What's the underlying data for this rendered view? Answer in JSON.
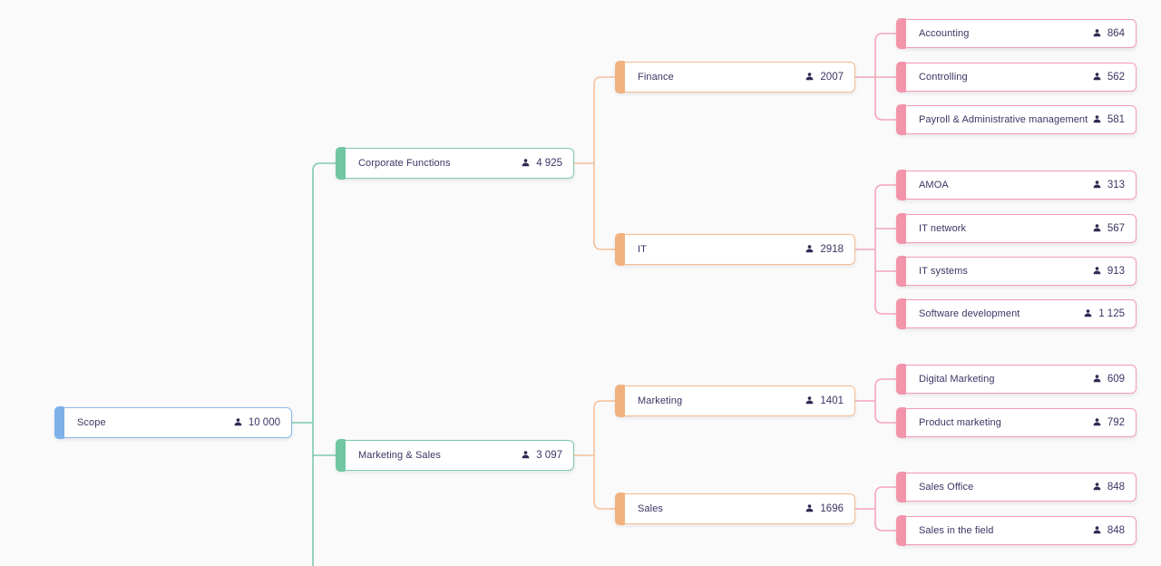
{
  "diagram": {
    "kind": "organization-tree",
    "value_icon": "person-icon",
    "level_colors": {
      "root": "#7db1e8",
      "division": "#72c6a2",
      "department": "#f1b27f",
      "team": "#f294aa"
    },
    "connector_colors": {
      "root_to_division": "#7dcbaa",
      "division_to_department": "#f5c09a",
      "department_to_team": "#f4a5b8"
    }
  },
  "nodes": [
    {
      "id": "scope",
      "label": "Scope",
      "value": "10 000",
      "parent": null,
      "level": "root"
    },
    {
      "id": "corporate-functions",
      "label": "Corporate Functions",
      "value": "4 925",
      "parent": "scope",
      "level": "division"
    },
    {
      "id": "finance",
      "label": "Finance",
      "value": "2007",
      "parent": "corporate-functions",
      "level": "department"
    },
    {
      "id": "accounting",
      "label": "Accounting",
      "value": "864",
      "parent": "finance",
      "level": "team"
    },
    {
      "id": "controlling",
      "label": "Controlling",
      "value": "562",
      "parent": "finance",
      "level": "team"
    },
    {
      "id": "payroll",
      "label": "Payroll & Administrative management",
      "value": "581",
      "parent": "finance",
      "level": "team"
    },
    {
      "id": "it",
      "label": "IT",
      "value": "2918",
      "parent": "corporate-functions",
      "level": "department"
    },
    {
      "id": "amoa",
      "label": "AMOA",
      "value": "313",
      "parent": "it",
      "level": "team"
    },
    {
      "id": "it-network",
      "label": "IT network",
      "value": "567",
      "parent": "it",
      "level": "team"
    },
    {
      "id": "it-systems",
      "label": "IT systems",
      "value": "913",
      "parent": "it",
      "level": "team"
    },
    {
      "id": "software-development",
      "label": "Software development",
      "value": "1 125",
      "parent": "it",
      "level": "team"
    },
    {
      "id": "marketing-sales",
      "label": "Marketing & Sales",
      "value": "3 097",
      "parent": "scope",
      "level": "division"
    },
    {
      "id": "marketing",
      "label": "Marketing",
      "value": "1401",
      "parent": "marketing-sales",
      "level": "department"
    },
    {
      "id": "digital-marketing",
      "label": "Digital Marketing",
      "value": "609",
      "parent": "marketing",
      "level": "team"
    },
    {
      "id": "product-marketing",
      "label": "Product marketing",
      "value": "792",
      "parent": "marketing",
      "level": "team"
    },
    {
      "id": "sales",
      "label": "Sales",
      "value": "1696",
      "parent": "marketing-sales",
      "level": "department"
    },
    {
      "id": "sales-office",
      "label": "Sales Office",
      "value": "848",
      "parent": "sales",
      "level": "team"
    },
    {
      "id": "sales-in-the-field",
      "label": "Sales in the field",
      "value": "848",
      "parent": "sales",
      "level": "team"
    }
  ]
}
